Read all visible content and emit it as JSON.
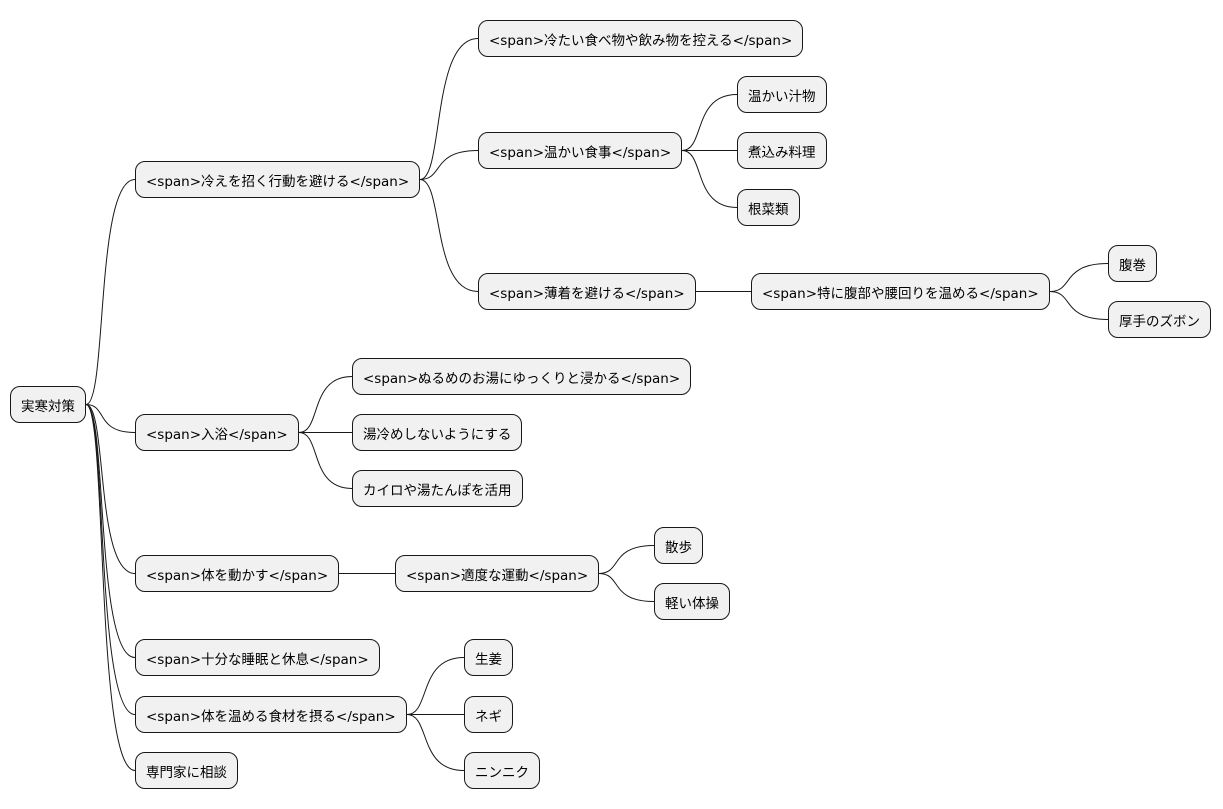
{
  "diagram": {
    "type": "mindmap",
    "root": {
      "label": "実寒対策",
      "children": [
        {
          "label": "<span>冷えを招く行動を避ける</span>",
          "children": [
            {
              "label": "<span>冷たい食べ物や飲み物を控える</span>",
              "children": []
            },
            {
              "label": "<span>温かい食事</span>",
              "children": [
                {
                  "label": "温かい汁物",
                  "children": []
                },
                {
                  "label": "煮込み料理",
                  "children": []
                },
                {
                  "label": "根菜類",
                  "children": []
                }
              ]
            },
            {
              "label": "<span>薄着を避ける</span>",
              "children": [
                {
                  "label": "<span>特に腹部や腰回りを温める</span>",
                  "children": [
                    {
                      "label": "腹巻",
                      "children": []
                    },
                    {
                      "label": "厚手のズボン",
                      "children": []
                    }
                  ]
                }
              ]
            }
          ]
        },
        {
          "label": "<span>入浴</span>",
          "children": [
            {
              "label": "<span>ぬるめのお湯にゆっくりと浸かる</span>",
              "children": []
            },
            {
              "label": "湯冷めしないようにする",
              "children": []
            },
            {
              "label": "カイロや湯たんぽを活用",
              "children": []
            }
          ]
        },
        {
          "label": "<span>体を動かす</span>",
          "children": [
            {
              "label": "<span>適度な運動</span>",
              "children": [
                {
                  "label": "散歩",
                  "children": []
                },
                {
                  "label": "軽い体操",
                  "children": []
                }
              ]
            }
          ]
        },
        {
          "label": "<span>十分な睡眠と休息</span>",
          "children": []
        },
        {
          "label": "<span>体を温める食材を摂る</span>",
          "children": [
            {
              "label": "生姜",
              "children": []
            },
            {
              "label": "ネギ",
              "children": []
            },
            {
              "label": "ニンニク",
              "children": []
            }
          ]
        },
        {
          "label": "専門家に相談",
          "children": []
        }
      ]
    }
  }
}
